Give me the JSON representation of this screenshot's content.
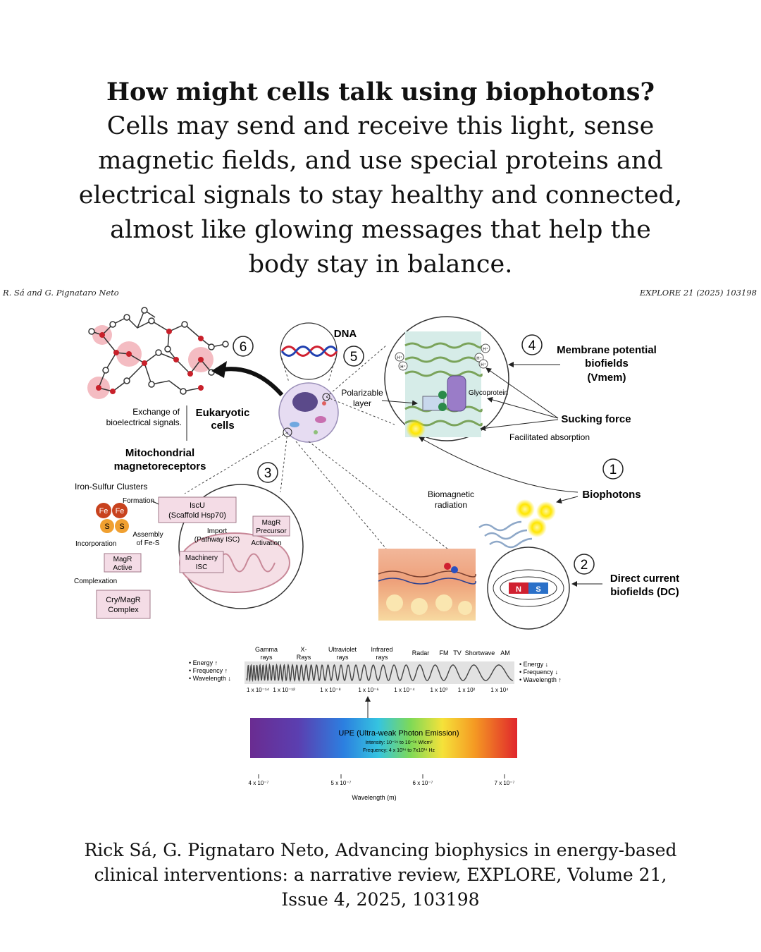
{
  "heading": {
    "question": "How might cells talk using biophotons?",
    "body": "Cells may send and receive this light, sense\nmagnetic fields, and use special proteins and\nelectrical signals to stay healthy and connected,\nalmost like glowing messages that help the\nbody stay in balance."
  },
  "figure_header": {
    "left": "R. Sá and G. Pignataro Neto",
    "right": "EXPLORE 21 (2025) 103198"
  },
  "diagram": {
    "numbers": [
      "1",
      "2",
      "3",
      "4",
      "5",
      "6"
    ],
    "dna": "DNA",
    "eukaryotic_line1": "Eukaryotic",
    "eukaryotic_line2": "cells",
    "exchange_line1": "Exchange of",
    "exchange_line2": "bioelectrical signals.",
    "mito_line1": "Mitochondrial",
    "mito_line2": "magnetoreceptors",
    "iron_sulfur": "Iron-Sulfur Clusters",
    "formation": "Formation",
    "fe": "Fe",
    "s": "S",
    "assembly_line1": "Assembly",
    "assembly_line2": "of Fe-S",
    "incorporation": "Incorporation",
    "magr_active_line1": "MagR",
    "magr_active_line2": "Active",
    "complexation": "Complexation",
    "crymagr_line1": "Cry/MagR",
    "crymagr_line2": "Complex",
    "iscu_line1": "IscU",
    "iscu_line2": "(Scaffold Hsp70)",
    "import_line1": "Import",
    "import_line2": "(Pathway ISC)",
    "magr_precursor_line1": "MagR",
    "magr_precursor_line2": "Precursor",
    "activation": "Activation",
    "machinery_line1": "Machinery",
    "machinery_line2": "ISC",
    "polarizable_line1": "Polarizable",
    "polarizable_line2": "layer",
    "glycoprotein": "Glycoprotein",
    "membrane_line1": "Membrane potential",
    "membrane_line2": "biofields",
    "membrane_line3": "(Vmem)",
    "sucking_force": "Sucking force",
    "facilitated": "Facilitated absorption",
    "biophotons": "Biophotons",
    "biomagnetic_line1": "Biomagnetic",
    "biomagnetic_line2": "radiation",
    "dc_line1": "Direct current",
    "dc_line2": "biofields (DC)",
    "magnet_n": "N",
    "magnet_s": "S",
    "hplus": "H⁺"
  },
  "spectrum": {
    "left_legend": [
      "• Energy ↑",
      "• Frequency ↑",
      "• Wavelength ↓"
    ],
    "right_legend": [
      "• Energy ↓",
      "• Frequency ↓",
      "• Wavelength ↑"
    ],
    "bands": [
      {
        "line1": "Gamma",
        "line2": "rays"
      },
      {
        "line1": "X-",
        "line2": "Rays"
      },
      {
        "line1": "Ultraviolet",
        "line2": "rays"
      },
      {
        "line1": "Infrared",
        "line2": "rays"
      },
      {
        "line1": "Radar",
        "line2": ""
      },
      {
        "line1": "FM",
        "line2": ""
      },
      {
        "line1": "TV",
        "line2": ""
      },
      {
        "line1": "Shortwave",
        "line2": ""
      },
      {
        "line1": "AM",
        "line2": ""
      }
    ],
    "ticks": [
      "1 x 10⁻¹⁴",
      "1 x 10⁻¹²",
      "1 x 10⁻⁸",
      "1 x 10⁻⁶",
      "1 x 10⁻⁴",
      "1 x 10⁰",
      "1 x 10²",
      "1 x 10⁴"
    ],
    "upe_title": "UPE (Ultra-weak Photon Emission)",
    "upe_intensity": "Intensity: 10⁻¹⁹ to 10⁻¹⁶ W/cm²",
    "upe_frequency": "Frequency: 4 x 10¹⁴ to 7x10¹⁴ Hz",
    "wavelength_ticks": [
      "4 x 10⁻⁷",
      "5 x 10⁻⁷",
      "6 x 10⁻⁷",
      "7 x 10⁻⁷"
    ],
    "wavelength_label": "Wavelength (m)"
  },
  "citation": "Rick Sá, G. Pignataro Neto, Advancing biophysics in energy-based\nclinical interventions: a narrative review, EXPLORE, Volume 21,\nIssue 4, 2025, 103198"
}
